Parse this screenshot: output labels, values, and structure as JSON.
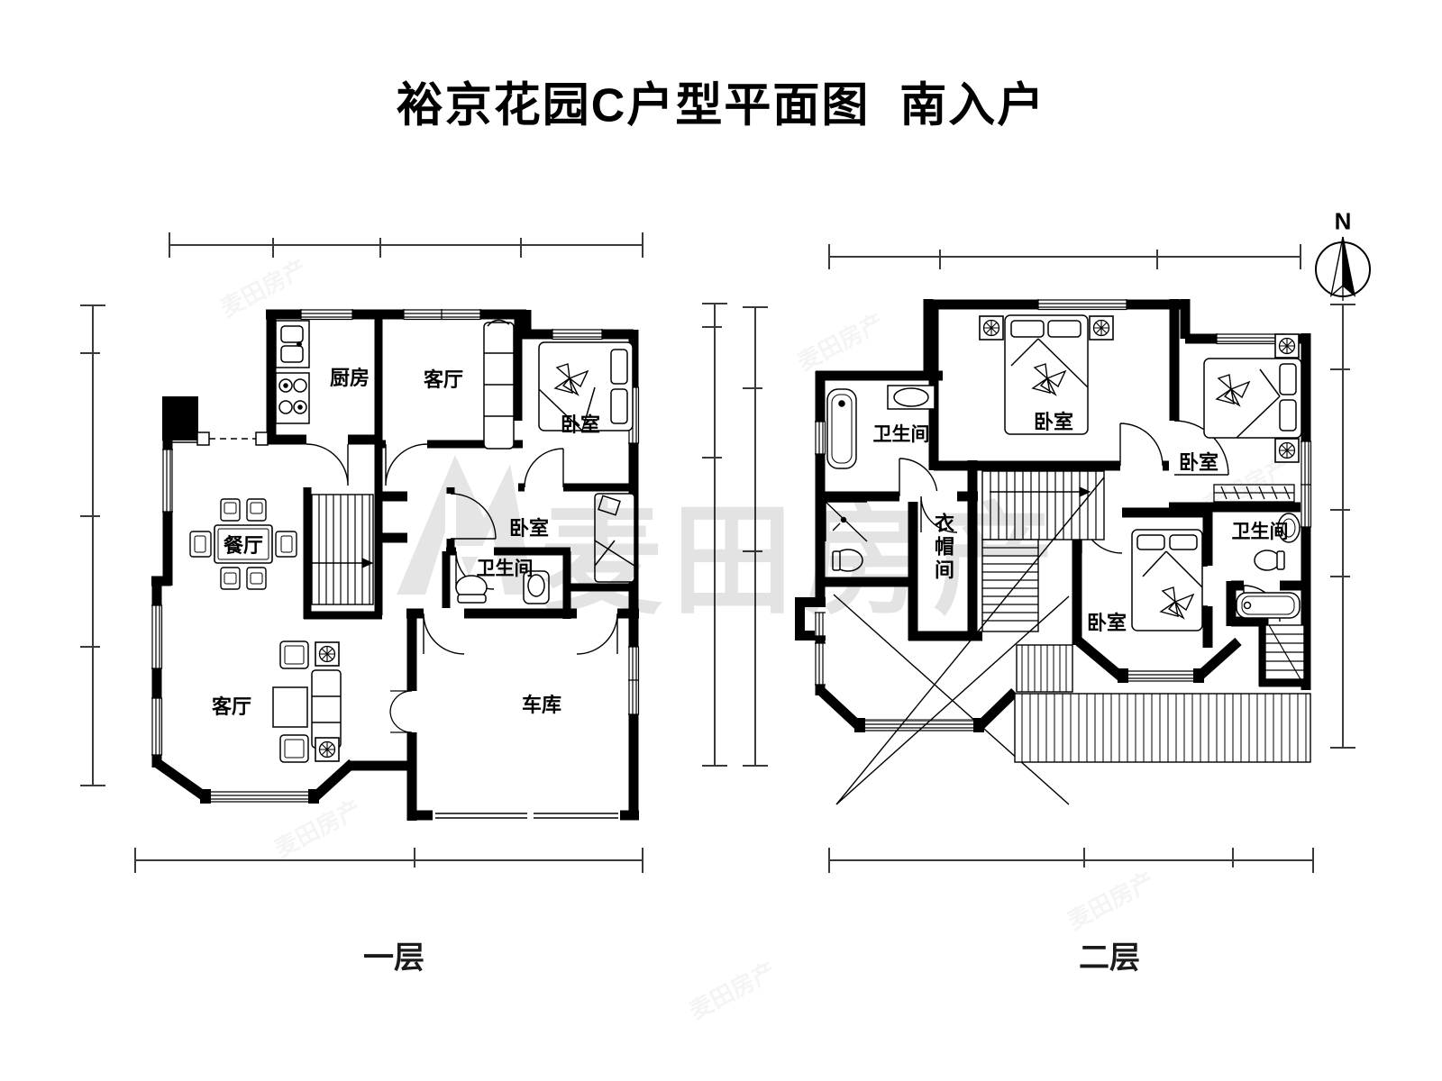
{
  "title": "裕京花园C户型平面图  南入户",
  "compass": {
    "north_label": "N"
  },
  "watermark": {
    "text": "麦田房产"
  },
  "colors": {
    "walls": "#000000",
    "background": "#ffffff",
    "dim_lines": "#3a3a3a",
    "watermark_gray": "#e0e0e0"
  },
  "floor1": {
    "name": "一层",
    "rooms": [
      {
        "label": "厨房"
      },
      {
        "label": "客厅"
      },
      {
        "label": "卧室"
      },
      {
        "label": "卧室"
      },
      {
        "label": "卫生间"
      },
      {
        "label": "餐厅"
      },
      {
        "label": "客厅"
      },
      {
        "label": "车库"
      }
    ]
  },
  "floor2": {
    "name": "二层",
    "rooms": [
      {
        "label": "卫生间"
      },
      {
        "label": "卧室"
      },
      {
        "label": "卧室"
      },
      {
        "label": "衣帽间"
      },
      {
        "label": "卫生间"
      },
      {
        "label": "卧室"
      }
    ]
  }
}
